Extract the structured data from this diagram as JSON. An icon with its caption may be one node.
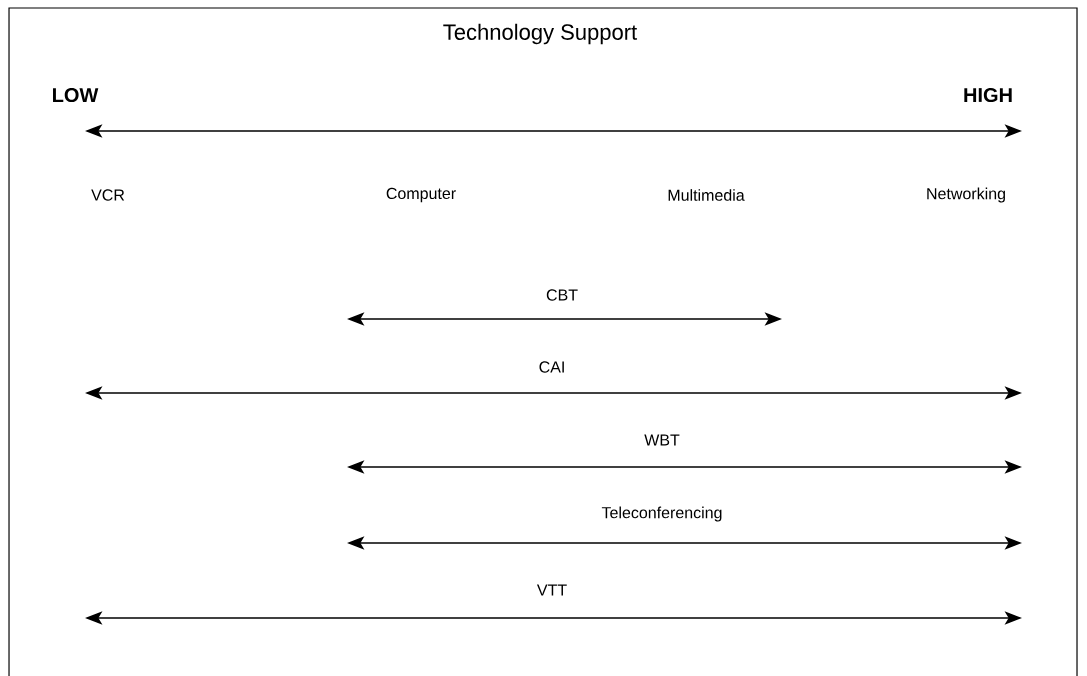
{
  "diagram": {
    "title": "Technology Support",
    "labels": [
      "LOW",
      "HIGH",
      "VCR",
      "Computer",
      "Multimedia",
      "Networking",
      "CBT",
      "CAI",
      "WBT",
      "Teleconferencing",
      "VTT"
    ]
  }
}
